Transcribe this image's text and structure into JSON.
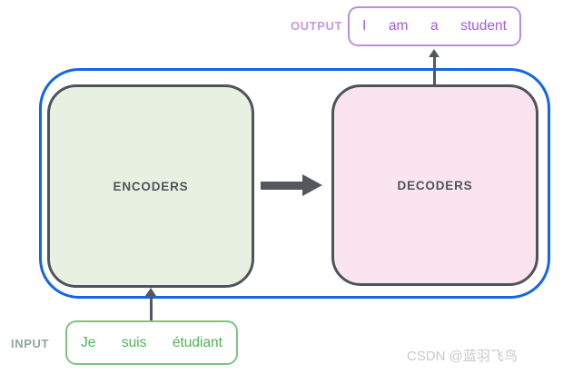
{
  "diagram": {
    "title_hint": "encoder-decoder sequence-to-sequence overview",
    "output": {
      "label": "OUTPUT",
      "tokens": [
        "I",
        "am",
        "a",
        "student"
      ]
    },
    "encoder": {
      "label": "ENCODERS"
    },
    "decoder": {
      "label": "DECODERS"
    },
    "input": {
      "label": "INPUT",
      "tokens": [
        "Je",
        "suis",
        "étudiant"
      ]
    },
    "watermark": "CSDN @蓝羽飞鸟"
  },
  "icons": {
    "encoder_to_decoder": "arrow-right",
    "input_to_encoder": "arrow-up",
    "decoder_to_output": "arrow-up"
  },
  "colors": {
    "container_border": "#1166e8",
    "box_border": "#4e545a",
    "encoder_fill": "#e8f1e1",
    "decoder_fill": "#f9e4f0",
    "arrow": "#54585e",
    "output_border": "#b690de",
    "output_text": "#a55cd9",
    "output_label": "#c39ae2",
    "input_border": "#7ec382",
    "input_text": "#4fb454",
    "input_label": "#8fa697",
    "watermark": "#c9c9c9"
  }
}
